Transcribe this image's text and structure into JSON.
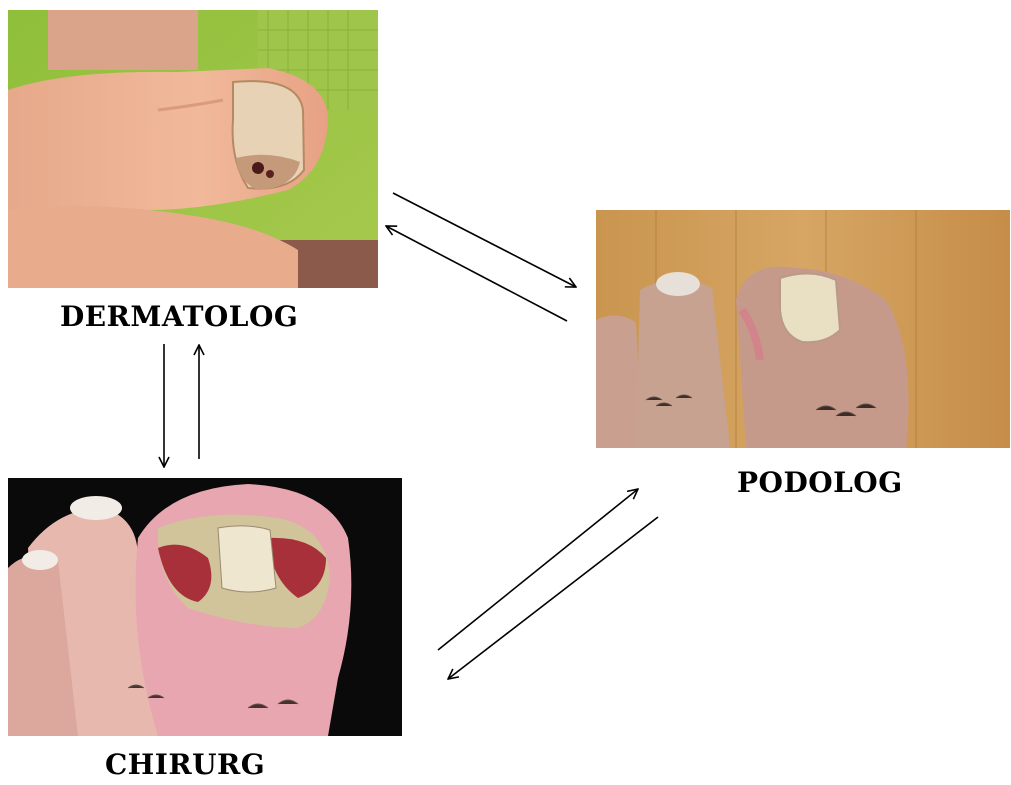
{
  "nodes": {
    "dermatolog": {
      "label": "DERMATOLOG",
      "photo": "finger-nail-lesion-photo"
    },
    "podolog": {
      "label": "PODOLOG",
      "photo": "ingrown-toenail-photo"
    },
    "chirurg": {
      "label": "CHIRURG",
      "photo": "infected-toe-photo"
    }
  },
  "connections": [
    {
      "from": "dermatolog",
      "to": "podolog"
    },
    {
      "from": "podolog",
      "to": "dermatolog"
    },
    {
      "from": "dermatolog",
      "to": "chirurg"
    },
    {
      "from": "chirurg",
      "to": "dermatolog"
    },
    {
      "from": "chirurg",
      "to": "podolog"
    },
    {
      "from": "podolog",
      "to": "chirurg"
    }
  ],
  "colors": {
    "text": "#000000",
    "arrow": "#000000"
  }
}
